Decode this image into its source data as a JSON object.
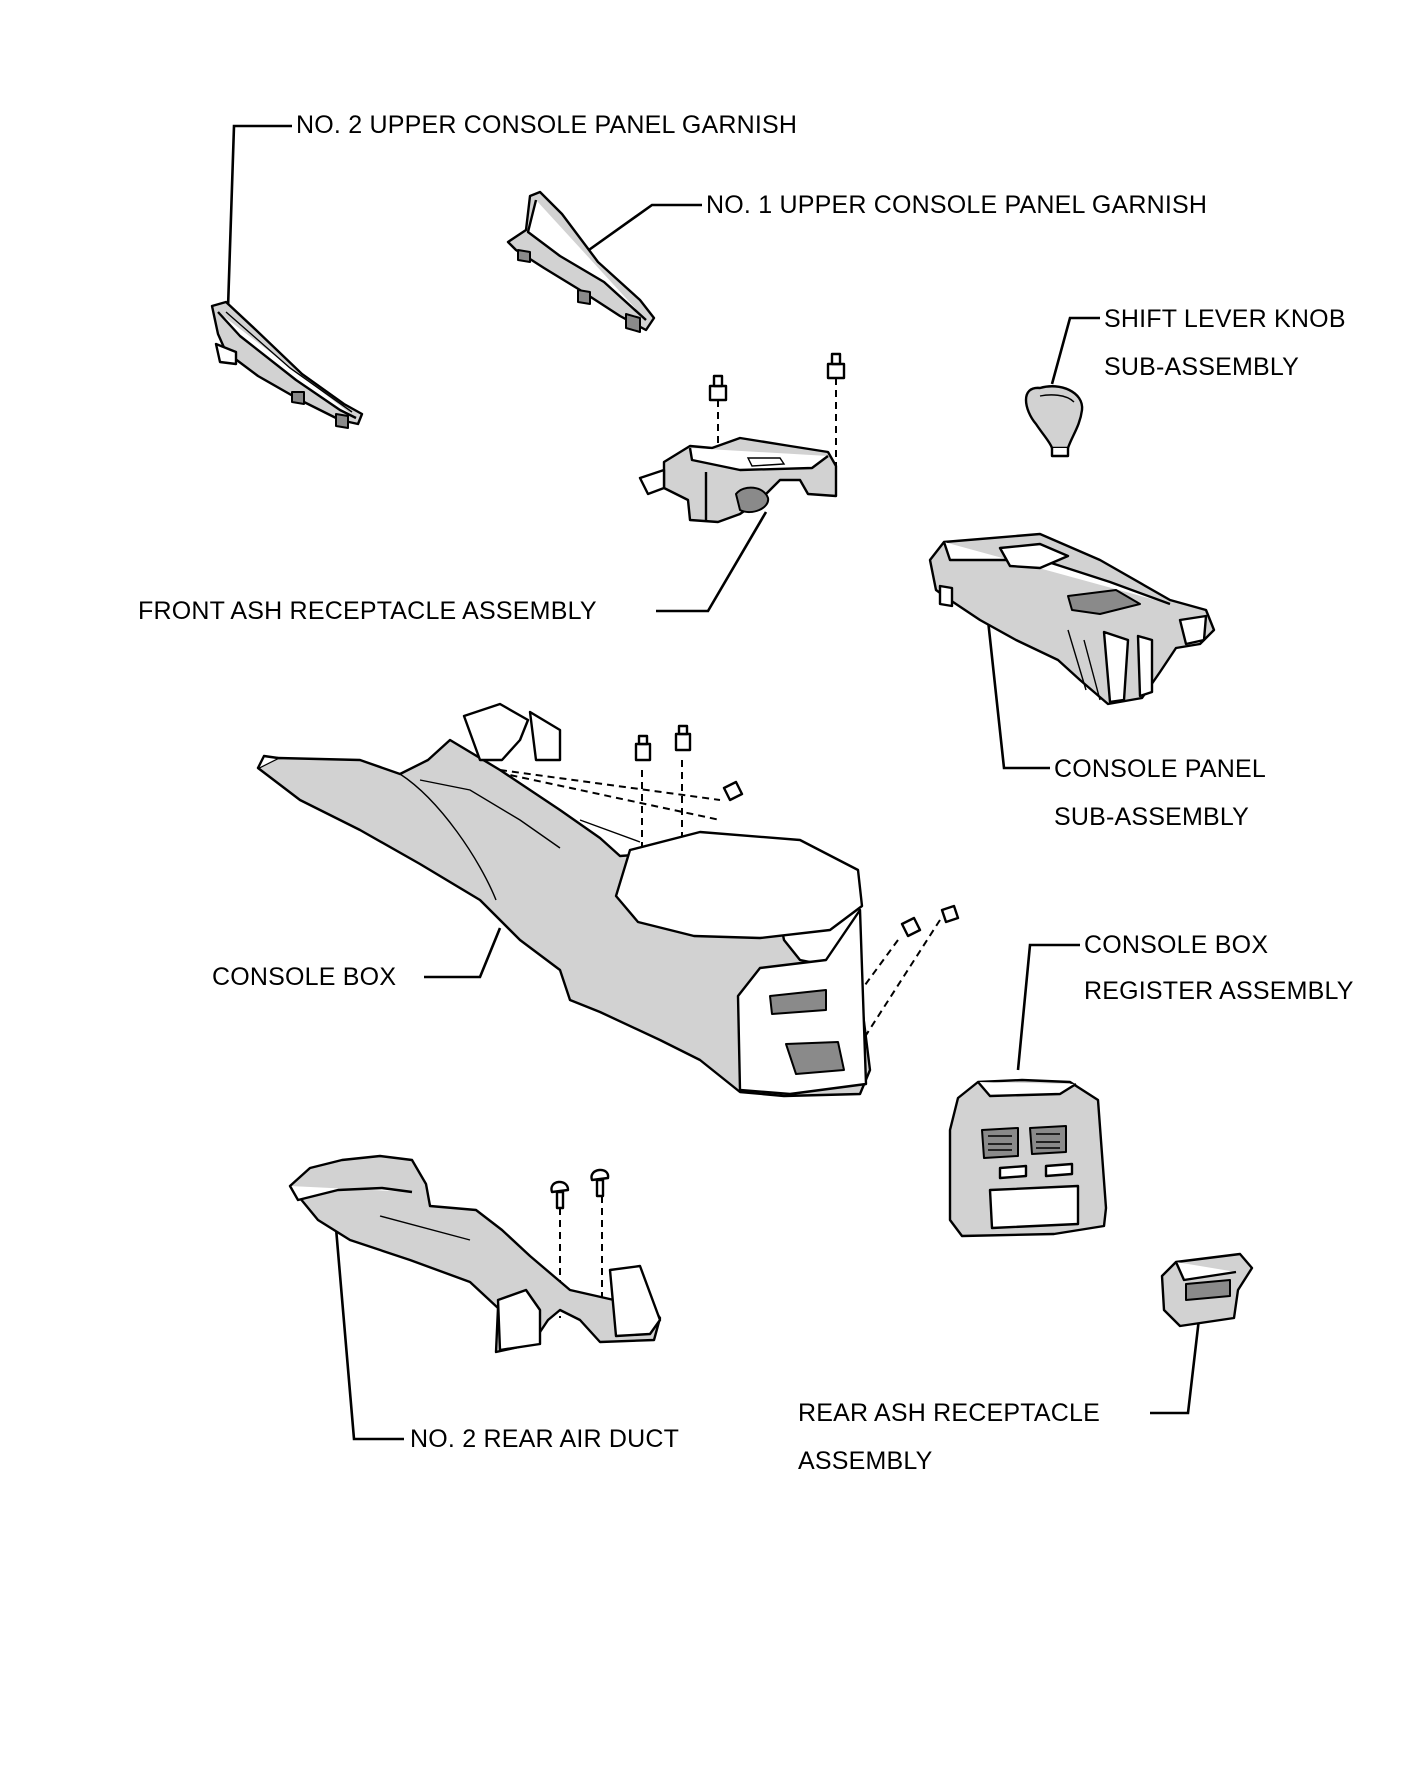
{
  "labels": {
    "no2_upper_garnish": "NO. 2 UPPER CONSOLE PANEL GARNISH",
    "no1_upper_garnish": "NO. 1 UPPER CONSOLE PANEL GARNISH",
    "shift_knob_line1": "SHIFT LEVER KNOB",
    "shift_knob_line2": "SUB-ASSEMBLY",
    "front_ash": "FRONT ASH RECEPTACLE ASSEMBLY",
    "console_panel_line1": "CONSOLE PANEL",
    "console_panel_line2": "SUB-ASSEMBLY",
    "console_box": "CONSOLE BOX",
    "register_line1": "CONSOLE BOX",
    "register_line2": "REGISTER ASSEMBLY",
    "air_duct": "NO. 2 REAR AIR DUCT",
    "rear_ash_line1": "REAR ASH RECEPTACLE",
    "rear_ash_line2": "ASSEMBLY"
  }
}
